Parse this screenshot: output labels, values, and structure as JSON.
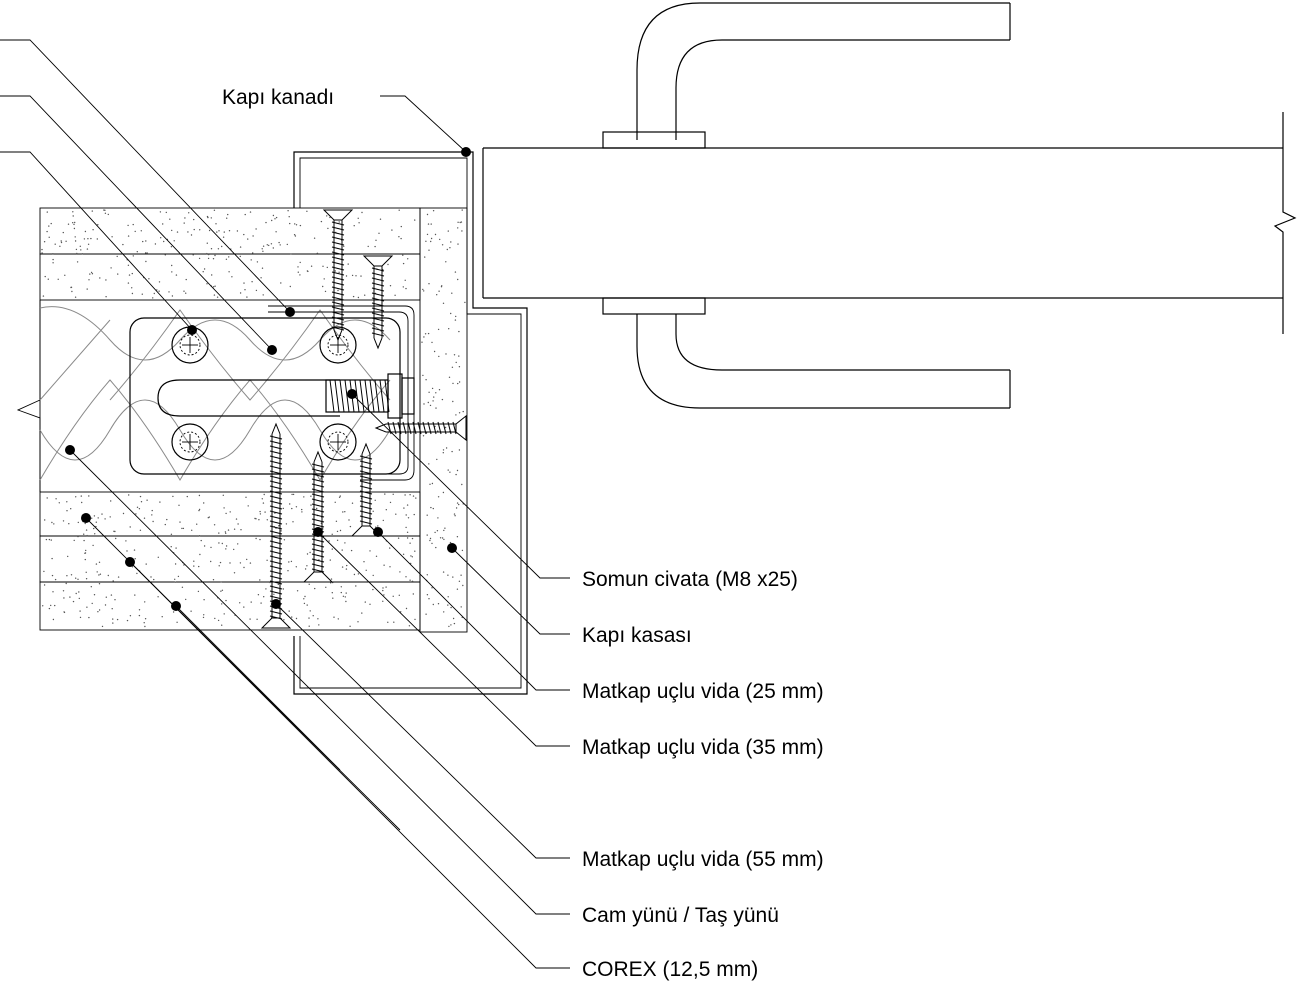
{
  "labels": {
    "door_leaf": "Kapı kanadı",
    "nut_bolt": "Somun civata (M8 x25)",
    "door_frame": "Kapı kasası",
    "screw_25": "Matkap uçlu vida (25 mm)",
    "screw_35": "Matkap uçlu vida (35 mm)",
    "screw_55": "Matkap uçlu vida (55 mm)",
    "glass_wool": "Cam yünü / Taş yünü",
    "corex": "COREX (12,5 mm)"
  },
  "colors": {
    "line": "#000000",
    "insulation": "#8a8a8a",
    "background": "#ffffff"
  }
}
